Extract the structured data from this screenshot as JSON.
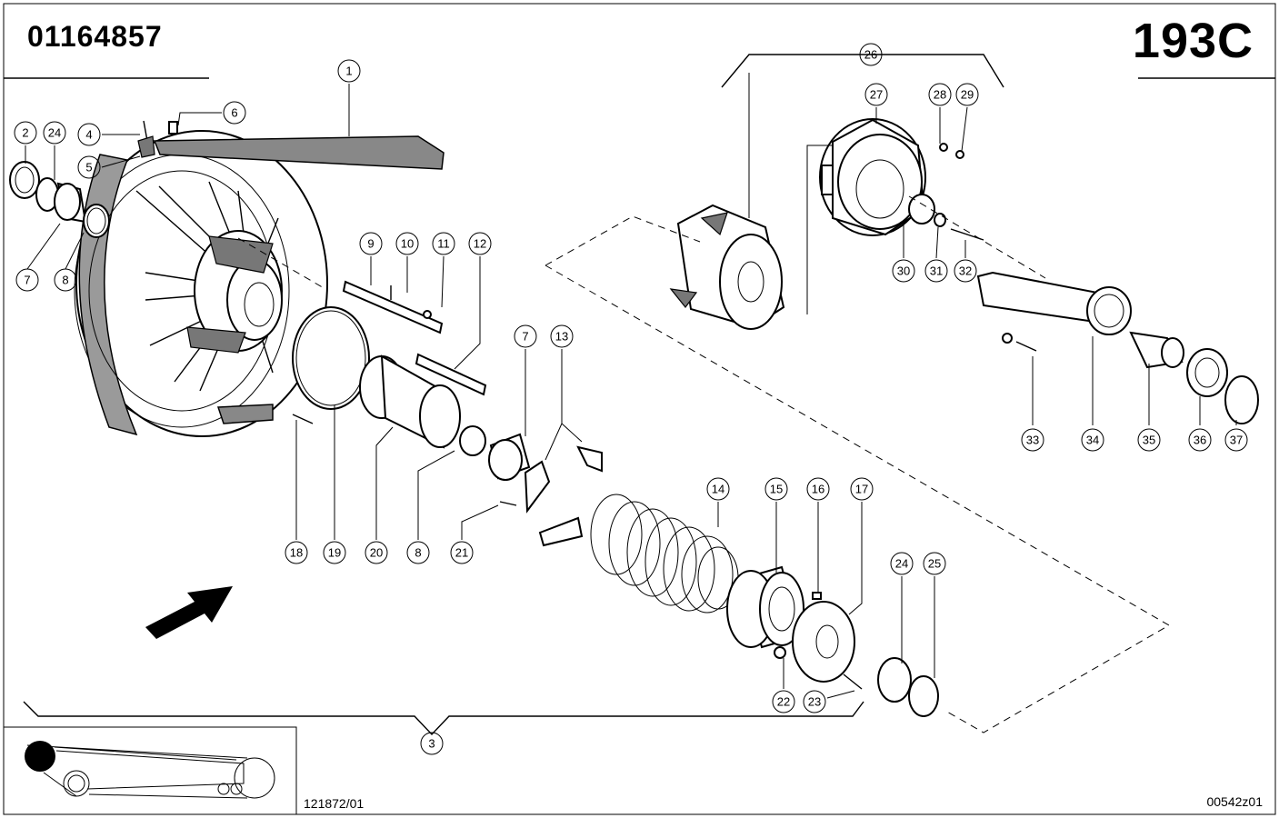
{
  "header": {
    "part_number": "01164857",
    "page_code": "193C"
  },
  "footer": {
    "drawing_ref": "121872/01",
    "image_code": "00542z01"
  },
  "callouts": [
    {
      "id": "c1",
      "label": "1"
    },
    {
      "id": "c2",
      "label": "2"
    },
    {
      "id": "c24a",
      "label": "24"
    },
    {
      "id": "c4",
      "label": "4"
    },
    {
      "id": "c5",
      "label": "5"
    },
    {
      "id": "c6",
      "label": "6"
    },
    {
      "id": "c7a",
      "label": "7"
    },
    {
      "id": "c8a",
      "label": "8"
    },
    {
      "id": "c9",
      "label": "9"
    },
    {
      "id": "c10",
      "label": "10"
    },
    {
      "id": "c11",
      "label": "11"
    },
    {
      "id": "c12",
      "label": "12"
    },
    {
      "id": "c7b",
      "label": "7"
    },
    {
      "id": "c13",
      "label": "13"
    },
    {
      "id": "c14",
      "label": "14"
    },
    {
      "id": "c15",
      "label": "15"
    },
    {
      "id": "c16",
      "label": "16"
    },
    {
      "id": "c17",
      "label": "17"
    },
    {
      "id": "c18",
      "label": "18"
    },
    {
      "id": "c19",
      "label": "19"
    },
    {
      "id": "c20",
      "label": "20"
    },
    {
      "id": "c8b",
      "label": "8"
    },
    {
      "id": "c21",
      "label": "21"
    },
    {
      "id": "c24b",
      "label": "24"
    },
    {
      "id": "c25",
      "label": "25"
    },
    {
      "id": "c22",
      "label": "22"
    },
    {
      "id": "c23",
      "label": "23"
    },
    {
      "id": "c3",
      "label": "3"
    },
    {
      "id": "c26",
      "label": "26"
    },
    {
      "id": "c27",
      "label": "27"
    },
    {
      "id": "c28",
      "label": "28"
    },
    {
      "id": "c29",
      "label": "29"
    },
    {
      "id": "c30",
      "label": "30"
    },
    {
      "id": "c31",
      "label": "31"
    },
    {
      "id": "c32",
      "label": "32"
    },
    {
      "id": "c33",
      "label": "33"
    },
    {
      "id": "c34",
      "label": "34"
    },
    {
      "id": "c35",
      "label": "35"
    },
    {
      "id": "c36",
      "label": "36"
    },
    {
      "id": "c37",
      "label": "37"
    }
  ],
  "icons": {
    "direction_arrow": "arrow-icon",
    "machine_thumbnail": "track-diagram-icon"
  }
}
